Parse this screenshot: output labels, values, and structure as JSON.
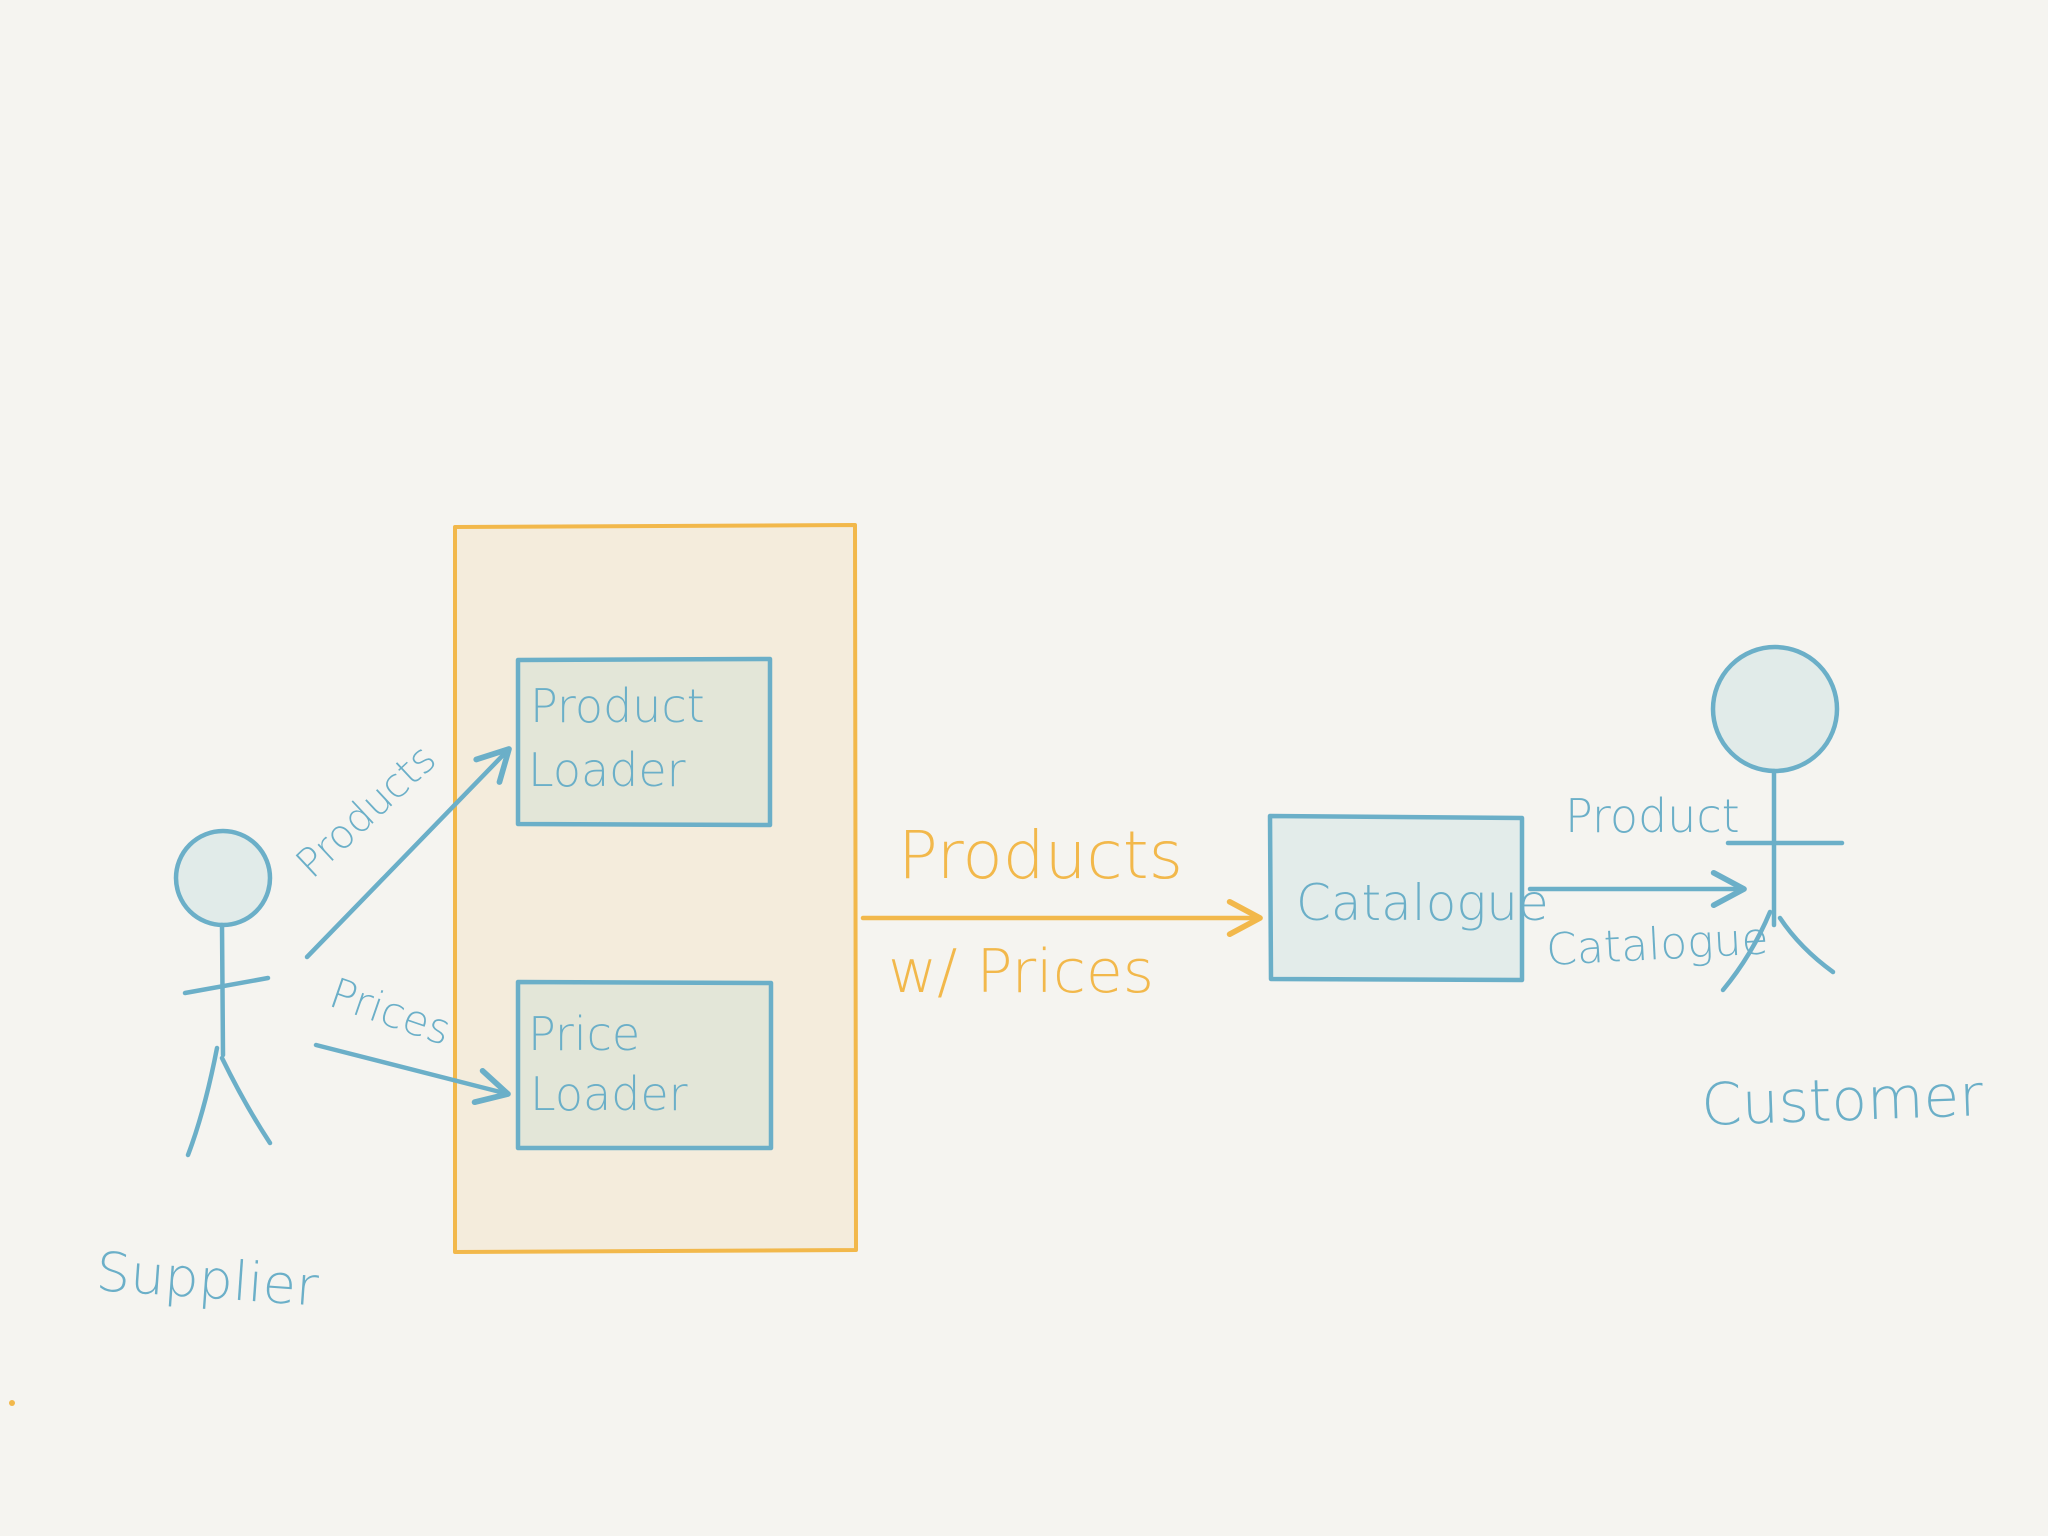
{
  "colors": {
    "background": "#f5f4f0",
    "blue": "#6bafc8",
    "orange": "#f2b84b",
    "container_fill": "#f4ecdc",
    "loader_fill": "#e3e6d8",
    "node_fill": "#e3ecea",
    "head_fill": "#e1ebe9"
  },
  "actors": {
    "supplier": {
      "label": "Supplier",
      "icon": "stick-figure-icon"
    },
    "customer": {
      "label": "Customer",
      "icon": "stick-figure-icon"
    }
  },
  "components": {
    "product_loader": {
      "line1": "Product",
      "line2": "Loader"
    },
    "price_loader": {
      "line1": "Price",
      "line2": "Loader"
    },
    "catalogue": {
      "label": "Catalogue"
    }
  },
  "edges": {
    "products": {
      "label": "Products"
    },
    "prices": {
      "label": "Prices"
    },
    "products_with_prices": {
      "line1": "Products",
      "line2": "w/ Prices"
    },
    "product_catalogue": {
      "line1": "Product",
      "line2": "Catalogue"
    }
  }
}
